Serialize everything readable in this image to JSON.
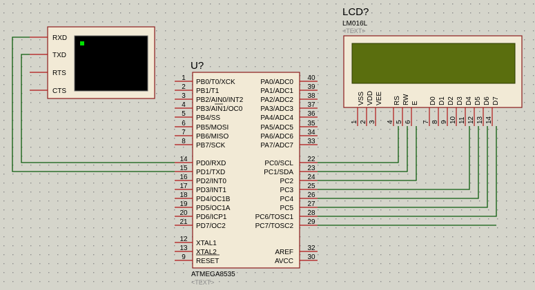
{
  "mcu": {
    "ref": "U?",
    "part": "ATMEGA8535",
    "text_placeholder": "<TEXT>",
    "left_pins": [
      {
        "num": "1",
        "name": "PB0/T0/XCK"
      },
      {
        "num": "2",
        "name": "PB1/T1"
      },
      {
        "num": "3",
        "name": "PB2/AIN0/INT2"
      },
      {
        "num": "4",
        "name": "PB3/AIN1/OC0"
      },
      {
        "num": "5",
        "name": "PB4/SS"
      },
      {
        "num": "6",
        "name": "PB5/MOSI"
      },
      {
        "num": "7",
        "name": "PB6/MISO"
      },
      {
        "num": "8",
        "name": "PB7/SCK"
      },
      {
        "num": "14",
        "name": "PD0/RXD"
      },
      {
        "num": "15",
        "name": "PD1/TXD"
      },
      {
        "num": "16",
        "name": "PD2/INT0"
      },
      {
        "num": "17",
        "name": "PD3/INT1"
      },
      {
        "num": "18",
        "name": "PD4/OC1B"
      },
      {
        "num": "19",
        "name": "PD5/OC1A"
      },
      {
        "num": "20",
        "name": "PD6/ICP1"
      },
      {
        "num": "21",
        "name": "PD7/OC2"
      },
      {
        "num": "12",
        "name": "XTAL1"
      },
      {
        "num": "13",
        "name": "XTAL2"
      },
      {
        "num": "9",
        "name": "RESET"
      }
    ],
    "right_pins": [
      {
        "num": "40",
        "name": "PA0/ADC0"
      },
      {
        "num": "39",
        "name": "PA1/ADC1"
      },
      {
        "num": "38",
        "name": "PA2/ADC2"
      },
      {
        "num": "37",
        "name": "PA3/ADC3"
      },
      {
        "num": "36",
        "name": "PA4/ADC4"
      },
      {
        "num": "35",
        "name": "PA5/ADC5"
      },
      {
        "num": "34",
        "name": "PA6/ADC6"
      },
      {
        "num": "33",
        "name": "PA7/ADC7"
      },
      {
        "num": "22",
        "name": "PC0/SCL"
      },
      {
        "num": "23",
        "name": "PC1/SDA"
      },
      {
        "num": "24",
        "name": "PC2"
      },
      {
        "num": "25",
        "name": "PC3"
      },
      {
        "num": "26",
        "name": "PC4"
      },
      {
        "num": "27",
        "name": "PC5"
      },
      {
        "num": "28",
        "name": "PC6/TOSC1"
      },
      {
        "num": "29",
        "name": "PC7/TOSC2"
      },
      {
        "num": "32",
        "name": "AREF"
      },
      {
        "num": "30",
        "name": "AVCC"
      }
    ]
  },
  "terminal": {
    "pins": [
      "RXD",
      "TXD",
      "RTS",
      "CTS"
    ]
  },
  "lcd": {
    "ref": "LCD?",
    "part": "LM016L",
    "text_placeholder": "<TEXT>",
    "pins": [
      {
        "num": "1",
        "name": "VSS"
      },
      {
        "num": "2",
        "name": "VDD"
      },
      {
        "num": "3",
        "name": "VEE"
      },
      {
        "num": "4",
        "name": "RS"
      },
      {
        "num": "5",
        "name": "RW"
      },
      {
        "num": "6",
        "name": "E"
      },
      {
        "num": "7",
        "name": "D0"
      },
      {
        "num": "8",
        "name": "D1"
      },
      {
        "num": "9",
        "name": "D2"
      },
      {
        "num": "10",
        "name": "D3"
      },
      {
        "num": "11",
        "name": "D4"
      },
      {
        "num": "12",
        "name": "D5"
      },
      {
        "num": "13",
        "name": "D6"
      },
      {
        "num": "14",
        "name": "D7"
      }
    ]
  },
  "colors": {
    "background": "#d5d5cb",
    "grid_dot": "#8c8c8c",
    "body_fill": "#f2ead6",
    "body_stroke": "#8b1a1a",
    "pin_red": "#b01515",
    "wire": "#0c5c0c",
    "terminal_screen": "#000000",
    "terminal_cursor": "#00e000",
    "lcd_glass": "#5a6e0e"
  }
}
